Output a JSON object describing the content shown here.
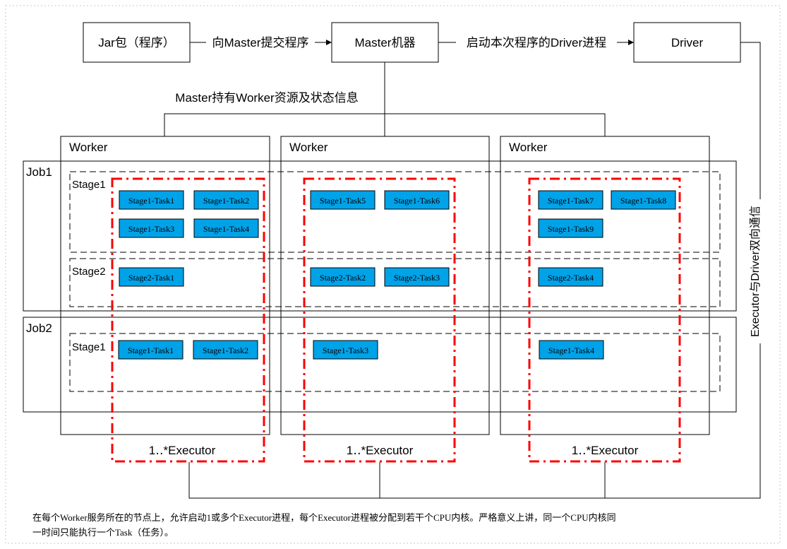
{
  "top_row": {
    "jar": "Jar包（程序）",
    "submit_label": "向Master提交程序",
    "master": "Master机器",
    "start_label": "启动本次程序的Driver进程",
    "driver": "Driver"
  },
  "master_info_label": "Master持有Worker资源及状态信息",
  "side_label": "Executor与Driver双向通信",
  "workers": [
    "Worker",
    "Worker",
    "Worker"
  ],
  "jobs": [
    "Job1",
    "Job2"
  ],
  "stage_labels": {
    "job1_stage1": "Stage1",
    "job1_stage2": "Stage2",
    "job2_stage1": "Stage1"
  },
  "executors": [
    "1‥*Executor",
    "1‥*Executor",
    "1‥*Executor"
  ],
  "tasks": {
    "job1_stage1": [
      "Stage1-Task1",
      "Stage1-Task2",
      "Stage1-Task3",
      "Stage1-Task4",
      "Stage1-Task5",
      "Stage1-Task6",
      "Stage1-Task7",
      "Stage1-Task8",
      "Stage1-Task9"
    ],
    "job1_stage2": [
      "Stage2-Task1",
      "Stage2-Task2",
      "Stage2-Task3",
      "Stage2-Task4"
    ],
    "job2_stage1": [
      "Stage1-Task1",
      "Stage1-Task2",
      "Stage1-Task3",
      "Stage1-Task4"
    ]
  },
  "footnote": {
    "line1": "在每个Worker服务所在的节点上，允许启动1或多个Executor进程，每个Executor进程被分配到若干个CPU内核。严格意义上讲，同一个CPU内核同",
    "line2": "一时间只能执行一个Task（任务）。"
  },
  "colors": {
    "task_fill": "#00a2e8",
    "executor_border": "#ff0000",
    "line": "#000000"
  }
}
